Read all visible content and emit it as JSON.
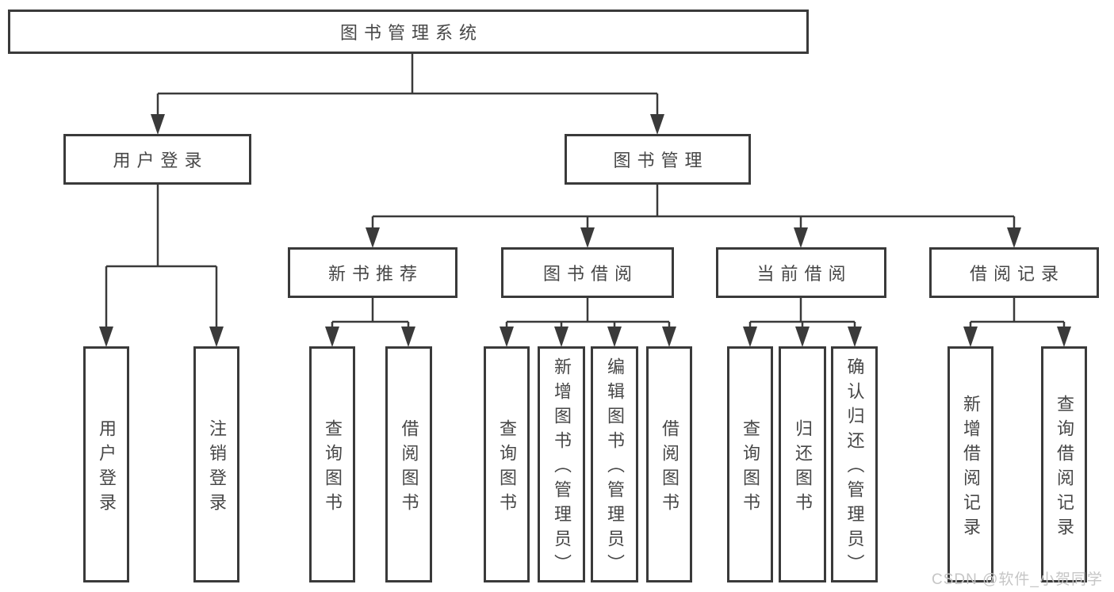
{
  "diagram": {
    "tree": {
      "label": "图书管理系统",
      "children": [
        {
          "label": "用户登录",
          "children": [
            {
              "label": "用户登录"
            },
            {
              "label": "注销登录"
            }
          ]
        },
        {
          "label": "图书管理",
          "children": [
            {
              "label": "新书推荐",
              "children": [
                {
                  "label": "查询图书"
                },
                {
                  "label": "借阅图书"
                }
              ]
            },
            {
              "label": "图书借阅",
              "children": [
                {
                  "label": "查询图书"
                },
                {
                  "label": "新增图书（管理员）"
                },
                {
                  "label": "编辑图书（管理员）"
                },
                {
                  "label": "借阅图书"
                }
              ]
            },
            {
              "label": "当前借阅",
              "children": [
                {
                  "label": "查询图书"
                },
                {
                  "label": "归还图书"
                },
                {
                  "label": "确认归还（管理员）"
                }
              ]
            },
            {
              "label": "借阅记录",
              "children": [
                {
                  "label": "新增借阅记录"
                },
                {
                  "label": "查询借阅记录"
                }
              ]
            }
          ]
        }
      ]
    }
  },
  "watermark": {
    "text": "CSDN @软件_小贺同学"
  },
  "colors": {
    "line": "#3a3a3a",
    "text": "#474747",
    "watermark": "#c6c6c6",
    "background": "#ffffff"
  }
}
